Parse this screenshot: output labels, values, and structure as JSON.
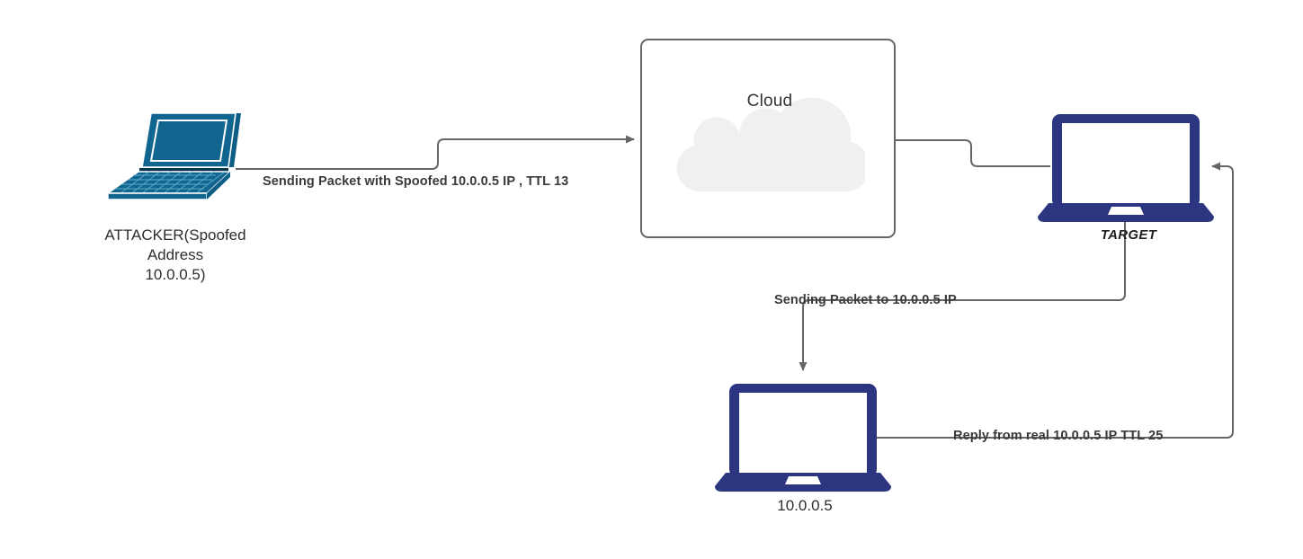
{
  "diagram": {
    "title": "IP Spoofing / TTL Reply Network Diagram",
    "background": "#ffffff",
    "colors": {
      "attacker_device": "#11668f",
      "attacker_device_light": "#1c7cab",
      "target_device": "#2b3580",
      "cloud_fill": "#f0f0f0",
      "box_border": "#666666",
      "wire": "#666666",
      "label_text": "#3a3a3a"
    }
  },
  "nodes": {
    "attacker": {
      "icon": "isometric-laptop-icon",
      "caption_lines": [
        "ATTACKER(Spoofed",
        "Address",
        "10.0.0.5)"
      ]
    },
    "cloud": {
      "icon": "cloud-icon",
      "label": "Cloud"
    },
    "target": {
      "icon": "laptop-icon",
      "label": "TARGET"
    },
    "victim": {
      "icon": "laptop-icon",
      "label": "10.0.0.5"
    }
  },
  "edges": [
    {
      "id": "attacker-to-cloud",
      "label": "Sending Packet with Spoofed 10.0.0.5 IP , TTL 13",
      "from": "attacker",
      "to": "cloud",
      "arrow": true
    },
    {
      "id": "cloud-to-target",
      "label": "",
      "from": "cloud",
      "to": "target",
      "arrow": false
    },
    {
      "id": "target-to-victim",
      "label": "Sending Packet to 10.0.0.5 IP",
      "from": "target",
      "to": "victim",
      "arrow": true
    },
    {
      "id": "victim-to-target",
      "label": "Reply from real 10.0.0.5 IP TTL 25",
      "from": "victim",
      "to": "target",
      "arrow": true
    }
  ]
}
